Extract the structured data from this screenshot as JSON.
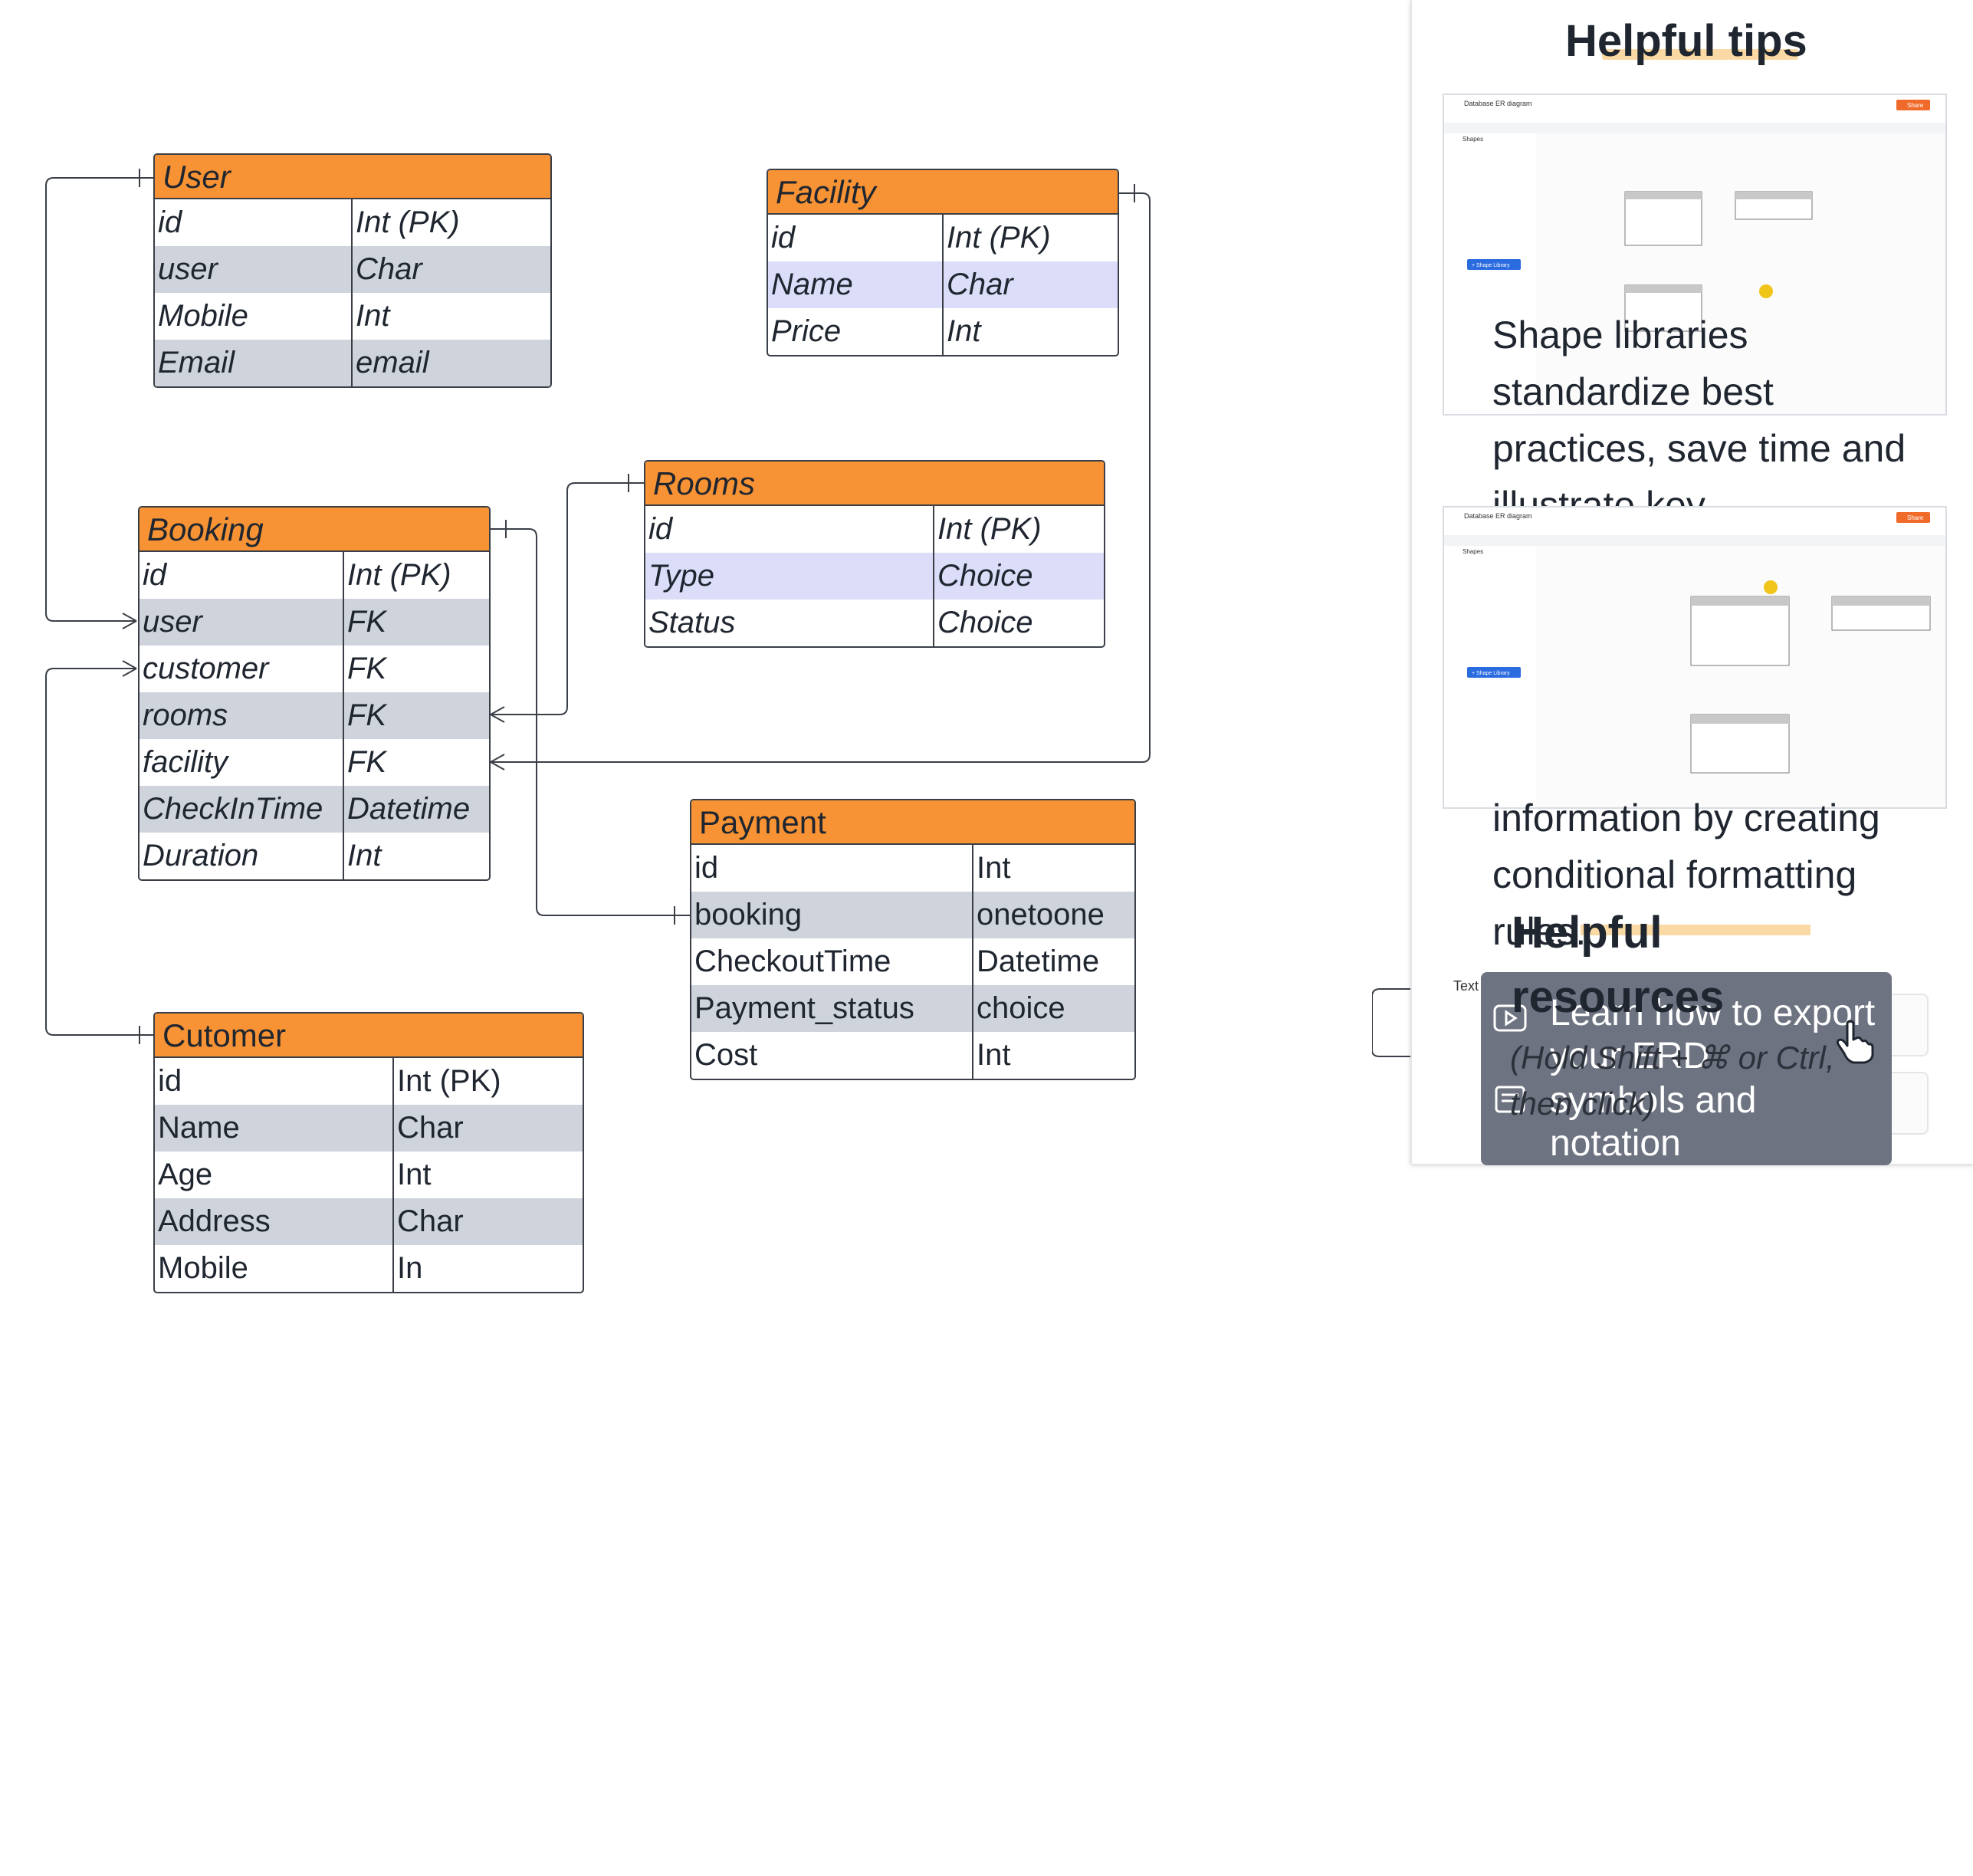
{
  "entities": {
    "user": {
      "title": "User",
      "rows": [
        [
          "id",
          "Int (PK)"
        ],
        [
          "user",
          "Char"
        ],
        [
          "Mobile",
          "Int"
        ],
        [
          "Email",
          "email"
        ]
      ]
    },
    "facility": {
      "title": "Facility",
      "rows": [
        [
          "id",
          "Int (PK)"
        ],
        [
          "Name",
          "Char"
        ],
        [
          "Price",
          "Int"
        ]
      ]
    },
    "booking": {
      "title": "Booking",
      "rows": [
        [
          "id",
          "Int (PK)"
        ],
        [
          "user",
          "FK"
        ],
        [
          "customer",
          "FK"
        ],
        [
          "rooms",
          "FK"
        ],
        [
          "facility",
          "FK"
        ],
        [
          "CheckInTime",
          "Datetime"
        ],
        [
          "Duration",
          "Int"
        ]
      ]
    },
    "rooms": {
      "title": "Rooms",
      "rows": [
        [
          "id",
          "Int (PK)"
        ],
        [
          "Type",
          "Choice"
        ],
        [
          "Status",
          "Choice"
        ]
      ]
    },
    "payment": {
      "title": "Payment",
      "rows": [
        [
          "id",
          "Int"
        ],
        [
          "booking",
          "onetoone"
        ],
        [
          "CheckoutTime",
          "Datetime"
        ],
        [
          "Payment_status",
          "choice"
        ],
        [
          "Cost",
          "Int"
        ]
      ]
    },
    "customer": {
      "title": "Cutomer",
      "rows": [
        [
          "id",
          "Int (PK)"
        ],
        [
          "Name",
          "Char"
        ],
        [
          "Age",
          "Int"
        ],
        [
          "Address",
          "Char"
        ],
        [
          "Mobile",
          "In"
        ]
      ]
    }
  },
  "panel": {
    "tips_title": "Helpful tips",
    "tips_text_top": "Shape libraries standardize best practices, save time and illustrate key",
    "tips_text_bottom": "information by creating conditional formatting rules.",
    "resources_title": "Helpful resources",
    "tooltip_line1": "Learn how to export your ERD",
    "tooltip_line2": "symbols and notation",
    "hint_line1": "(Hold Shift + ⌘ or Ctrl,",
    "hint_line2": "then click)",
    "text_label": "Text",
    "screenshot_title": "Database ER diagram",
    "screenshot_share": "Share",
    "screenshot_sidebar_shapes": "Shapes",
    "screenshot_library_btn": "+ Shape Library"
  },
  "colors": {
    "entity_header": "#f79334",
    "row_gray": "#cfd3db",
    "row_lavender": "#dcddf8",
    "highlight": "#fbd9a4",
    "tooltip_bg": "#6d7380"
  }
}
